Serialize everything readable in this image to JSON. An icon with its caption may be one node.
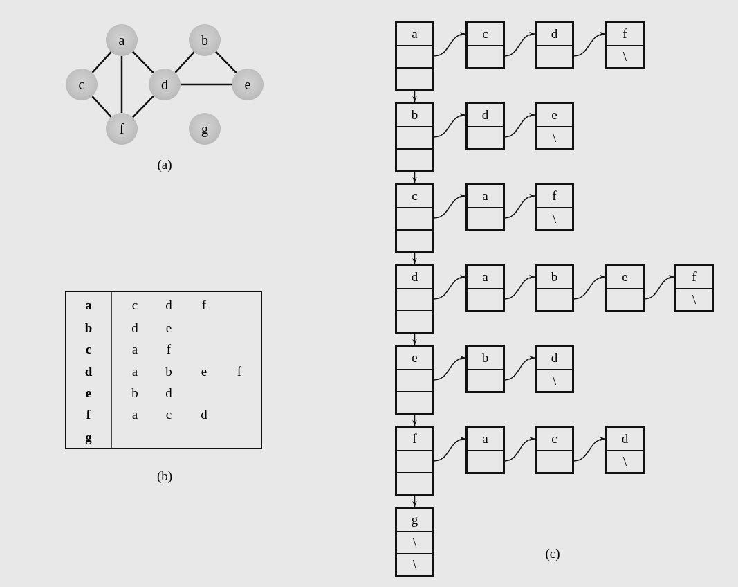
{
  "diagram": {
    "nodes": [
      {
        "text": [
          "a"
        ]
      },
      {
        "text": [
          "b"
        ]
      },
      {
        "text": [
          "c"
        ]
      },
      {
        "text": [
          "d"
        ]
      },
      {
        "text": [
          "e"
        ]
      },
      {
        "text": [
          "f"
        ]
      },
      {
        "text": [
          "g"
        ]
      },
      {
        "text": [
          "a"
        ]
      },
      {
        "text": [
          "c"
        ]
      },
      {
        "text": [
          "d"
        ]
      },
      {
        "text": [
          "f",
          "\\"
        ]
      },
      {
        "text": [
          "b"
        ]
      },
      {
        "text": [
          "d"
        ]
      },
      {
        "text": [
          "e",
          "\\"
        ]
      },
      {
        "text": [
          "c"
        ]
      },
      {
        "text": [
          "a"
        ]
      },
      {
        "text": [
          "f",
          "\\"
        ]
      },
      {
        "text": [
          "d"
        ]
      },
      {
        "text": [
          "a"
        ]
      },
      {
        "text": [
          "b"
        ]
      },
      {
        "text": [
          "e"
        ]
      },
      {
        "text": [
          "f",
          "\\"
        ]
      },
      {
        "text": [
          "e"
        ]
      },
      {
        "text": [
          "b"
        ]
      },
      {
        "text": [
          "d",
          "\\"
        ]
      },
      {
        "text": [
          "f"
        ]
      },
      {
        "text": [
          "a"
        ]
      },
      {
        "text": [
          "c"
        ]
      },
      {
        "text": [
          "d",
          "\\"
        ]
      },
      {
        "text": [
          "g",
          "\\",
          "\\"
        ]
      }
    ],
    "edges": [
      {
        "from": 0,
        "to": 2,
        "arrow": "none"
      },
      {
        "from": 0,
        "to": 5,
        "arrow": "none"
      },
      {
        "from": 0,
        "to": 3,
        "arrow": "none"
      },
      {
        "from": 2,
        "to": 5,
        "arrow": "none"
      },
      {
        "from": 5,
        "to": 3,
        "arrow": "none"
      },
      {
        "from": 3,
        "to": 1,
        "arrow": "none"
      },
      {
        "from": 1,
        "to": 4,
        "arrow": "none"
      },
      {
        "from": 3,
        "to": 4,
        "arrow": "none"
      },
      {
        "from": 7,
        "to": 8,
        "arrow": "to"
      },
      {
        "from": 8,
        "to": 9,
        "arrow": "to"
      },
      {
        "from": 9,
        "to": 10,
        "arrow": "to"
      },
      {
        "from": 11,
        "to": 12,
        "arrow": "to"
      },
      {
        "from": 12,
        "to": 13,
        "arrow": "to"
      },
      {
        "from": 14,
        "to": 15,
        "arrow": "to"
      },
      {
        "from": 15,
        "to": 16,
        "arrow": "to"
      },
      {
        "from": 17,
        "to": 18,
        "arrow": "to"
      },
      {
        "from": 18,
        "to": 19,
        "arrow": "to"
      },
      {
        "from": 19,
        "to": 20,
        "arrow": "to"
      },
      {
        "from": 20,
        "to": 21,
        "arrow": "to"
      },
      {
        "from": 22,
        "to": 23,
        "arrow": "to"
      },
      {
        "from": 23,
        "to": 24,
        "arrow": "to"
      },
      {
        "from": 25,
        "to": 26,
        "arrow": "to"
      },
      {
        "from": 26,
        "to": 27,
        "arrow": "to"
      },
      {
        "from": 27,
        "to": 28,
        "arrow": "to"
      },
      {
        "from": 7,
        "to": 11,
        "arrow": "to"
      },
      {
        "from": 11,
        "to": 14,
        "arrow": "to"
      },
      {
        "from": 14,
        "to": 17,
        "arrow": "to"
      },
      {
        "from": 17,
        "to": 22,
        "arrow": "to"
      },
      {
        "from": 22,
        "to": 25,
        "arrow": "to"
      },
      {
        "from": 25,
        "to": 29,
        "arrow": "to"
      }
    ],
    "labels": [
      "(a)",
      "a",
      "c",
      "d",
      "f",
      "b",
      "d",
      "e",
      "c",
      "a",
      "f",
      "d",
      "a",
      "b",
      "e",
      "f",
      "e",
      "b",
      "d",
      "f",
      "a",
      "c",
      "d",
      "g",
      "(b)",
      "(c)"
    ]
  }
}
